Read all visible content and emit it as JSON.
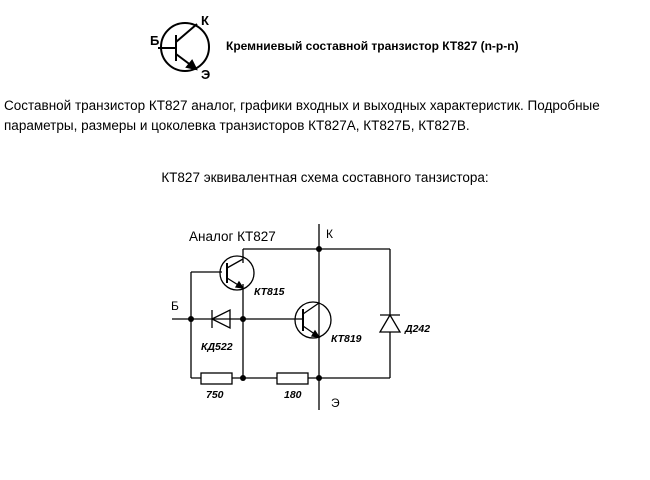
{
  "header": {
    "title": "Кремниевый составной транзистор КТ827 (n-p-n)",
    "symbol_labels": {
      "base": "Б",
      "collector": "К",
      "emitter": "Э"
    }
  },
  "description": "Составной транзистор КТ827 аналог, графики входных и выходных характеристик. Подробные параметры, размеры и цоколевка транзисторов КТ827А, КТ827Б, КТ827В.",
  "schematic": {
    "caption": "КТ827 эквивалентная схема составного танзистора:",
    "title": "Аналог КТ827",
    "terminals": {
      "collector": "К",
      "base": "Б",
      "emitter": "Э"
    },
    "components": {
      "t1": "КТ815",
      "t2": "КТ819",
      "diode1": "КД522",
      "diode2": "Д242",
      "r1": "750",
      "r2": "180"
    }
  }
}
